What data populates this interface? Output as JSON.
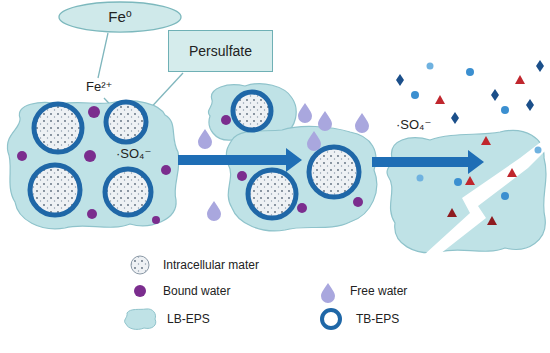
{
  "diagram": {
    "nodes": [
      {
        "text": [
          "Fe⁰"
        ]
      },
      {
        "text": [
          "Persulfate"
        ]
      }
    ],
    "labels": [
      "Fe²⁺",
      "·SO₄⁻",
      "·SO₄⁻"
    ],
    "legend": [
      {
        "text": "Intracellular mater"
      },
      {
        "text": "Bound water"
      },
      {
        "text": "Free water"
      },
      {
        "text": "LB-EPS"
      },
      {
        "text": "TB-EPS"
      }
    ]
  }
}
